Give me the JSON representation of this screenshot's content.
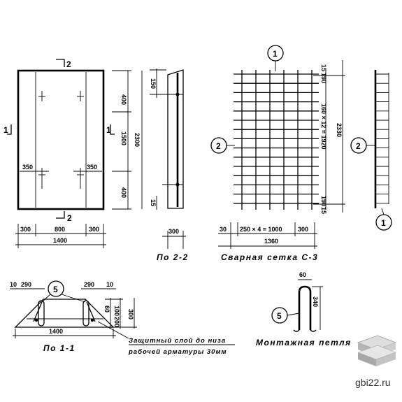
{
  "plan": {
    "section_11": "1",
    "section_22": "2",
    "dim_400_top": "400",
    "dim_1500": "1500",
    "dim_400_bot": "400",
    "dim_2300": "2300",
    "dim_350_left": "350",
    "dim_350_right": "350",
    "dim_300_left": "300",
    "dim_800": "800",
    "dim_300_right": "300",
    "dim_1400": "1400"
  },
  "section_22": {
    "dim_150": "150",
    "dim_15": "15",
    "dim_300": "300",
    "caption": "По 2-2"
  },
  "mesh": {
    "marker_top": "1",
    "marker_left": "2",
    "dim_190_top": "190",
    "dim_15_top": "15",
    "dim_mid": "160 × 12 = 1920",
    "dim_2330": "2330",
    "dim_15_bot": "15",
    "dim_190_bot": "190",
    "dim_30": "30",
    "dim_pitch": "250 × 4 = 1000",
    "dim_300": "300",
    "dim_1360": "1360",
    "caption": "Сварная сетка  С-3"
  },
  "mesh_side": {
    "marker_left": "2",
    "marker_bottom": "1"
  },
  "section_11": {
    "dim_10_l": "10",
    "dim_290_l": "290",
    "dim_290_r": "290",
    "dim_10_r": "10",
    "dim_60": "60",
    "dim_100": "100",
    "dim_200": "200",
    "dim_300": "300",
    "dim_1400": "1400",
    "marker": "5",
    "caption": "По 1-1"
  },
  "note": {
    "line1": "Защитный слой до низа",
    "line2": "рабочей арматуры 30мм"
  },
  "loop": {
    "dim_60": "60",
    "dim_340": "340",
    "marker": "5",
    "caption": "Монтажная петля"
  },
  "watermark": "gbi22.ru"
}
